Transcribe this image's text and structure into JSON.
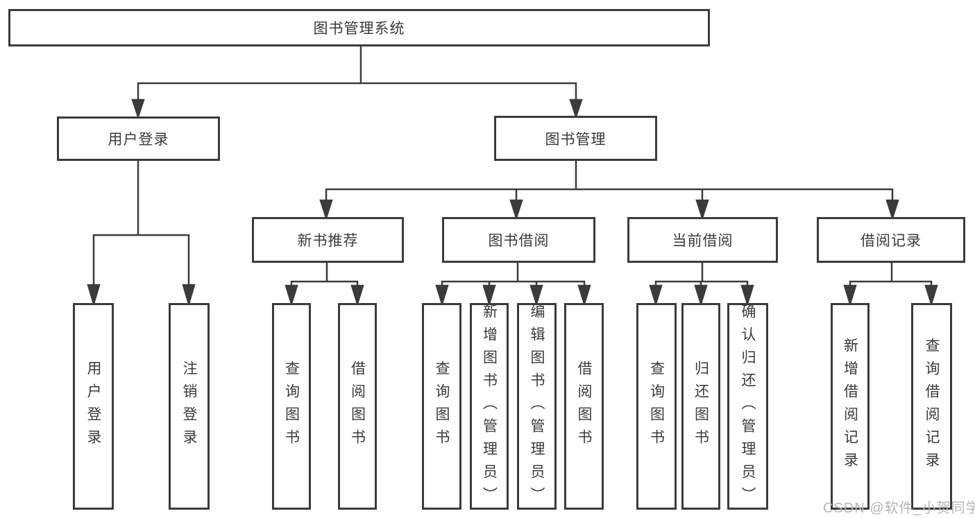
{
  "tree": {
    "label": "图书管理系统",
    "children": [
      {
        "label": "用户登录",
        "children": [
          {
            "label": "用户登录"
          },
          {
            "label": "注销登录"
          }
        ]
      },
      {
        "label": "图书管理",
        "children": [
          {
            "label": "新书推荐",
            "children": [
              {
                "label": "查询图书"
              },
              {
                "label": "借阅图书"
              }
            ]
          },
          {
            "label": "图书借阅",
            "children": [
              {
                "label": "查询图书"
              },
              {
                "label": "新增图书（管理员）"
              },
              {
                "label": "编辑图书（管理员）"
              },
              {
                "label": "借阅图书"
              }
            ]
          },
          {
            "label": "当前借阅",
            "children": [
              {
                "label": "查询图书"
              },
              {
                "label": "归还图书"
              },
              {
                "label": "确认归还（管理员）"
              }
            ]
          },
          {
            "label": "借阅记录",
            "children": [
              {
                "label": "新增借阅记录"
              },
              {
                "label": "查询借阅记录"
              }
            ]
          }
        ]
      }
    ]
  },
  "watermark": {
    "text": "CSDN @软件_小贺同学",
    "color": "#b5b5b5"
  },
  "colors": {
    "line": "#3b3b3b",
    "box_border": "#3b3b3b",
    "text": "#3a3a3a",
    "background": "#ffffff"
  }
}
